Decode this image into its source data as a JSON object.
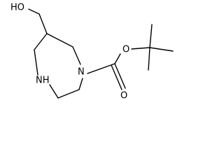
{
  "molecule": {
    "atoms": {
      "hydroxyl": "HO",
      "ring_nitrogen_carbamate": "N",
      "ring_nitrogen_amine": "NH",
      "ester_oxygen": "O",
      "carbonyl_oxygen": "O"
    }
  }
}
